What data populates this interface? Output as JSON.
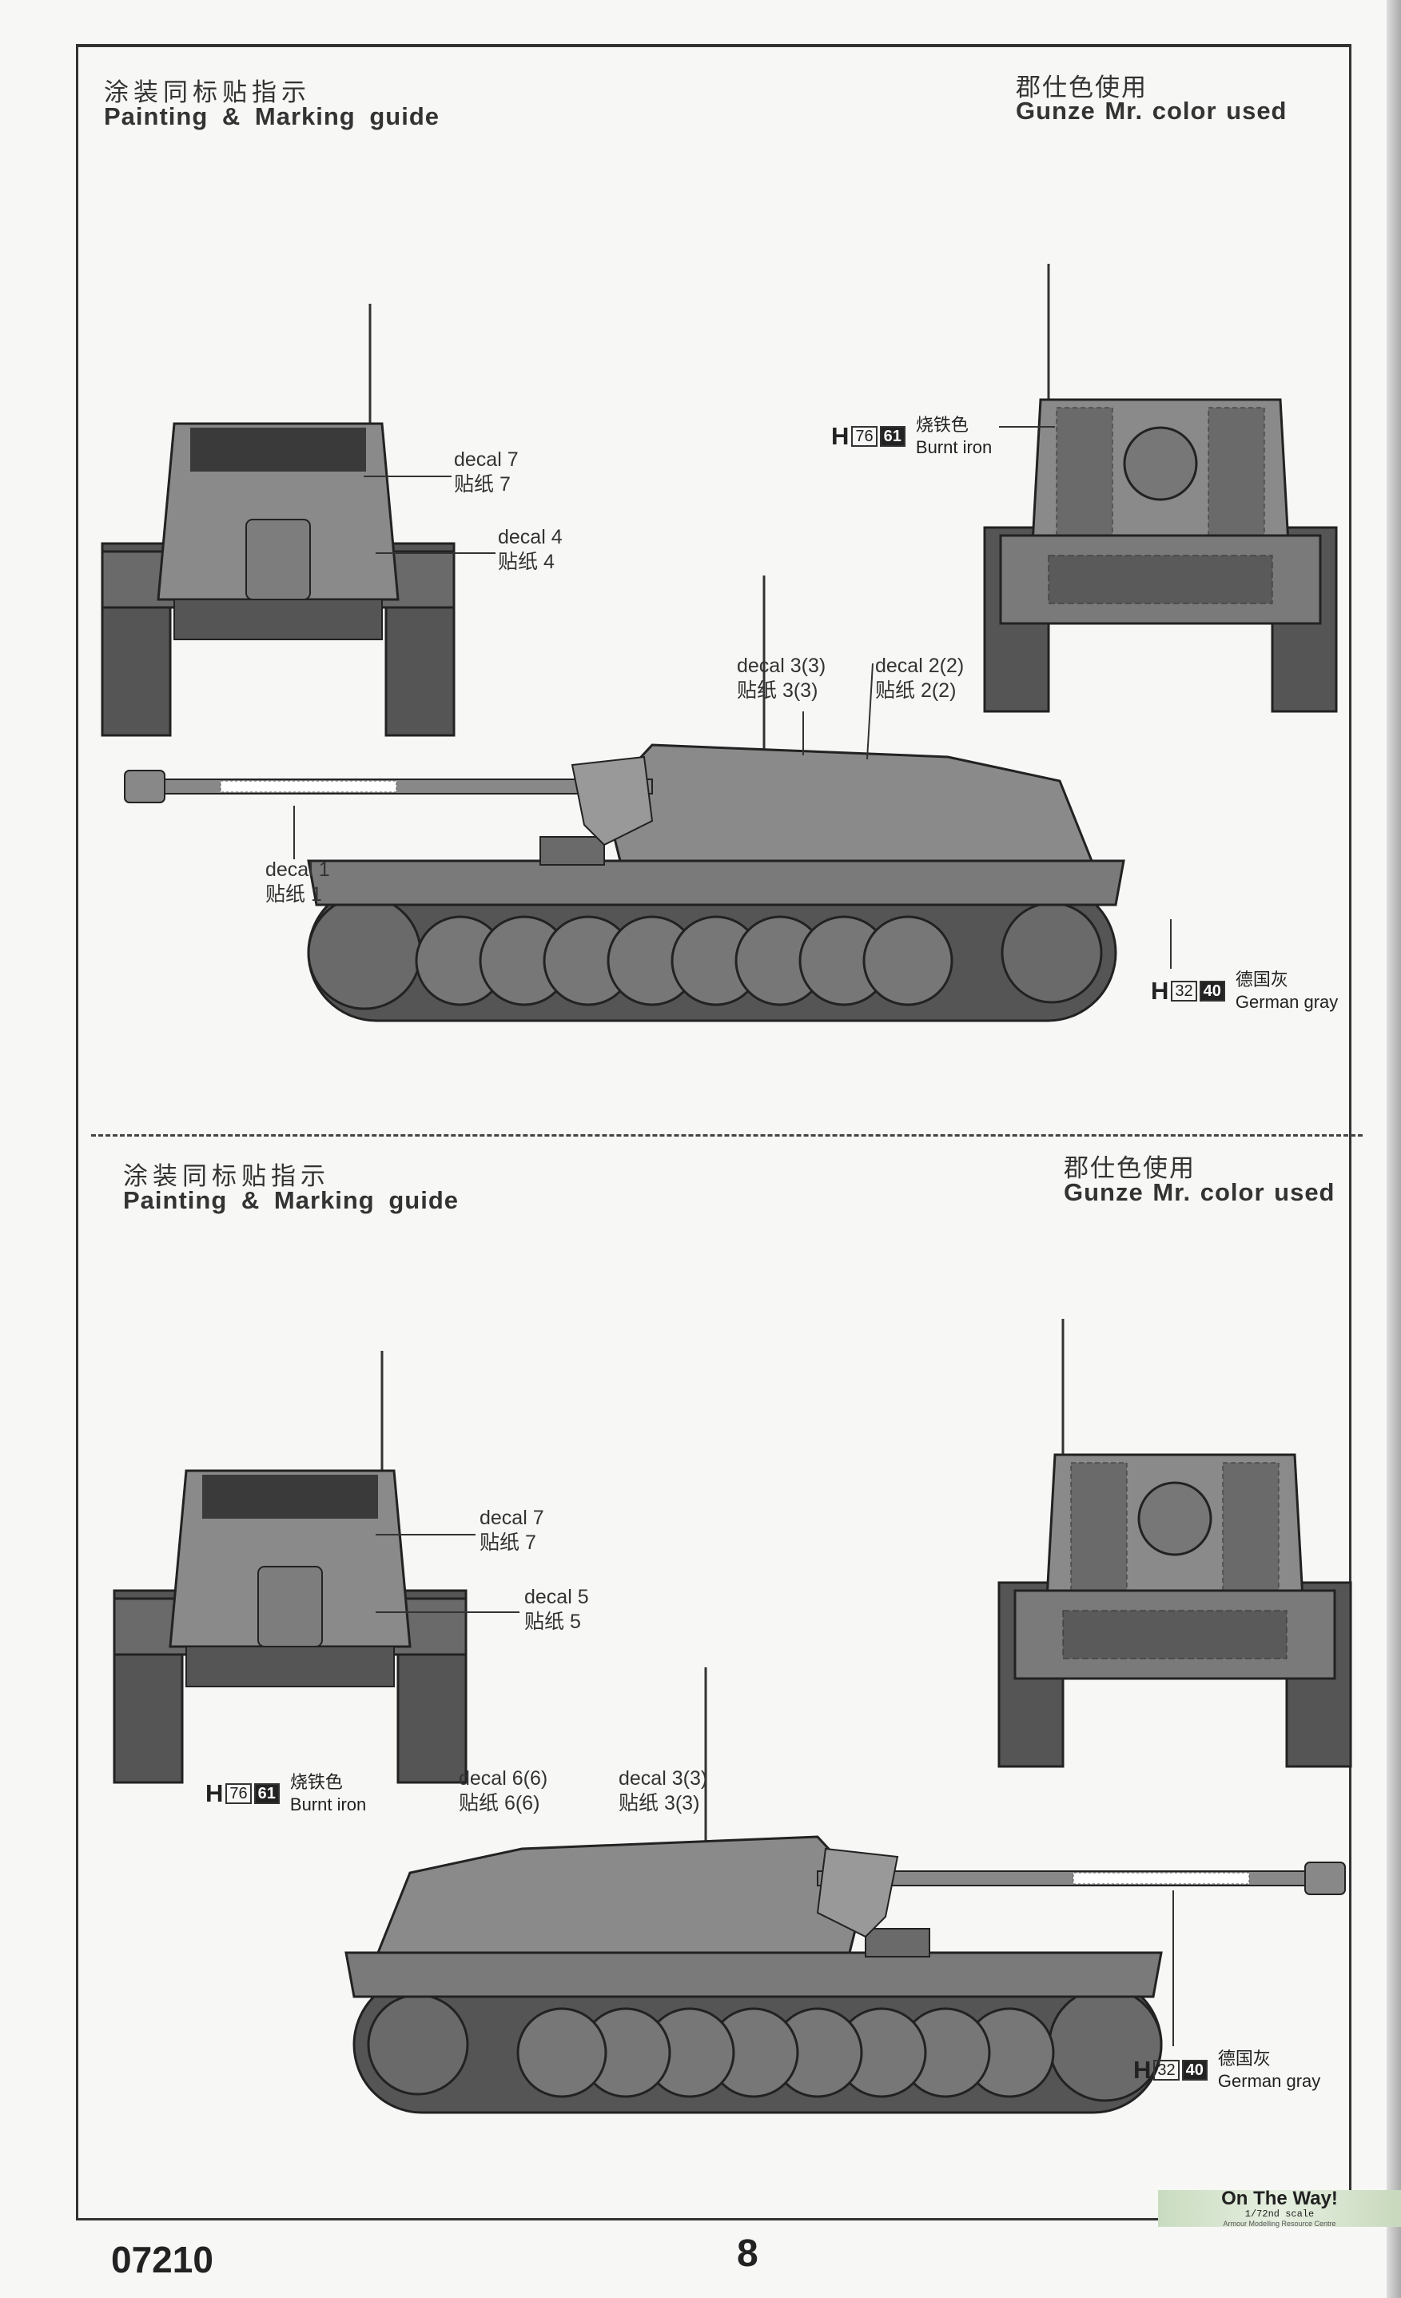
{
  "sections": [
    {
      "title_cn": "涂装同标贴指示",
      "title_en": "Painting & Marking guide",
      "colors_cn": "郡仕色使用",
      "colors_en": "Gunze Mr. color used",
      "labels": [
        {
          "en": "decal 7",
          "cn": "贴纸 7"
        },
        {
          "en": "decal 4",
          "cn": "贴纸 4"
        },
        {
          "en": "decal 3(3)",
          "cn": "贴纸 3(3)"
        },
        {
          "en": "decal 2(2)",
          "cn": "贴纸 2(2)"
        },
        {
          "en": "decal 1",
          "cn": "贴纸 1"
        }
      ],
      "paints": [
        {
          "prefix": "H",
          "n1": "76",
          "n2": "61",
          "cn": "烧铁色",
          "en": "Burnt iron"
        },
        {
          "prefix": "H",
          "n1": "32",
          "n2": "40",
          "cn": "德国灰",
          "en": "German gray"
        }
      ]
    },
    {
      "title_cn": "涂装同标贴指示",
      "title_en": "Painting & Marking guide",
      "colors_cn": "郡仕色使用",
      "colors_en": "Gunze Mr. color used",
      "labels": [
        {
          "en": "decal 7",
          "cn": "贴纸 7"
        },
        {
          "en": "decal 5",
          "cn": "贴纸 5"
        },
        {
          "en": "decal 6(6)",
          "cn": "贴纸 6(6)"
        },
        {
          "en": "decal 3(3)",
          "cn": "贴纸 3(3)"
        }
      ],
      "paints": [
        {
          "prefix": "H",
          "n1": "76",
          "n2": "61",
          "cn": "烧铁色",
          "en": "Burnt iron"
        },
        {
          "prefix": "H",
          "n1": "32",
          "n2": "40",
          "cn": "德国灰",
          "en": "German gray"
        }
      ]
    }
  ],
  "footer": {
    "product_code": "07210",
    "page_number": "8"
  },
  "watermark": {
    "title": "On The Way!",
    "scale": "1/72nd scale",
    "subtitle": "Armour Modelling Resource Centre"
  },
  "colors": {
    "vehicle": "#8a8a8a",
    "track": "#555555"
  }
}
